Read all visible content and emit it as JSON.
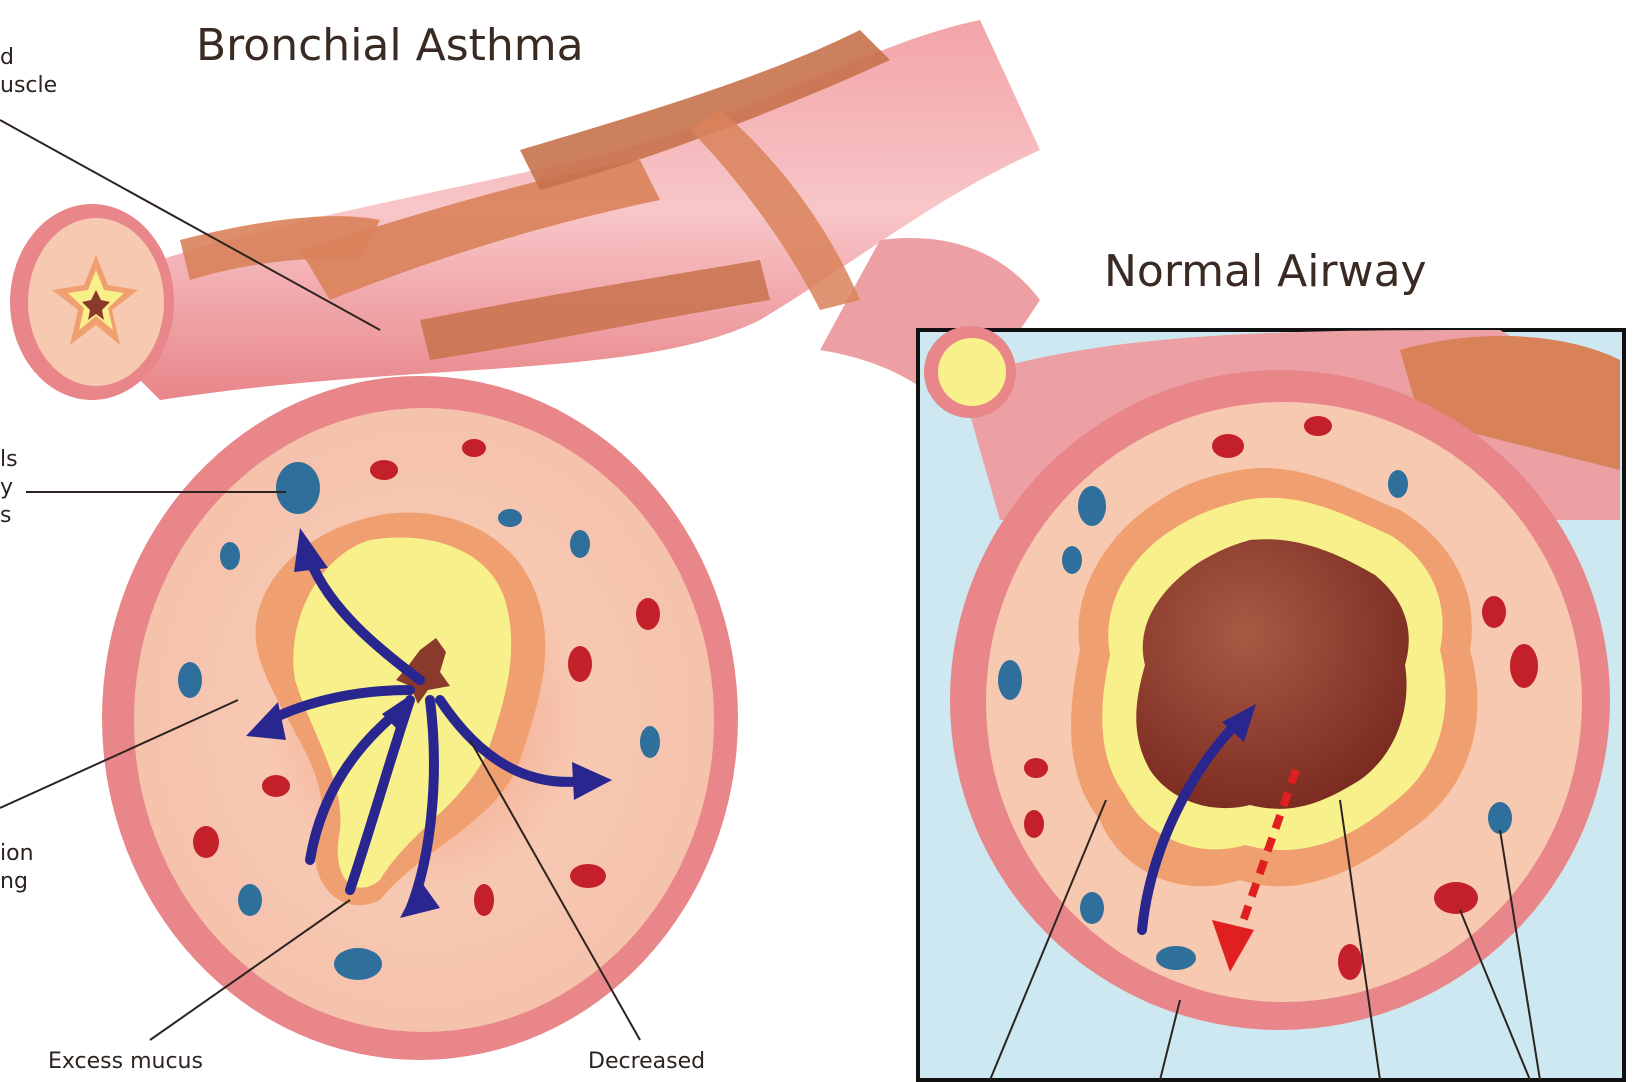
{
  "titles": {
    "asthma": "Bronchial Asthma",
    "normal": "Normal Airway"
  },
  "labels": {
    "top_left_line1": "d",
    "top_left_line2": "uscle",
    "mid_left_line1": "ls",
    "mid_left_line2": "y",
    "mid_left_line3": "s",
    "low_left_line1": "ion",
    "low_left_line2": "ng",
    "excess_mucus": "Excess mucus",
    "decreased": "Decreased"
  },
  "colors": {
    "airway_outer": "#e8868a",
    "airway_wall": "#f7c9b0",
    "muscle_band": "#d9825a",
    "mucus": "#f8f08a",
    "lumen": "#8a3a2a",
    "inset_bg": "#cde8f0",
    "red_cell": "#c4202a",
    "blue_cell": "#2f6f9c",
    "arrow_blue": "#2a2690",
    "arrow_red": "#e02020"
  }
}
